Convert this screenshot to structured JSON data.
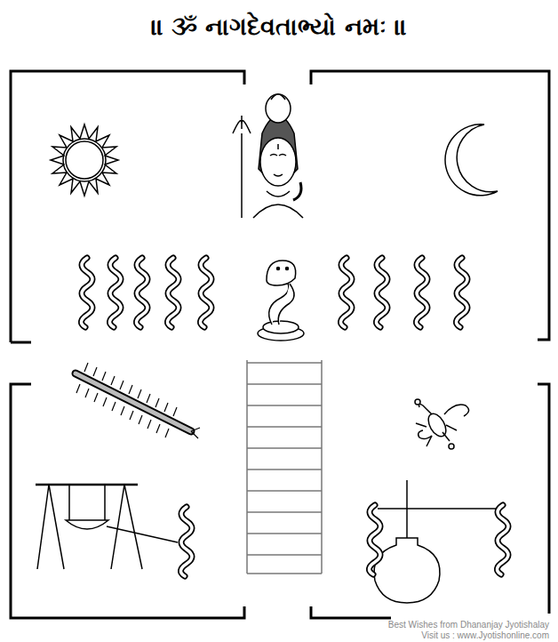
{
  "diagram": {
    "title": "॥ ૐ નાગદેવતાભ્યો નમઃ ॥",
    "labels": [
      "Best Wishes from Dhananjay Jyotishalay",
      "Visit us : www.Jyotishonline.com"
    ]
  }
}
